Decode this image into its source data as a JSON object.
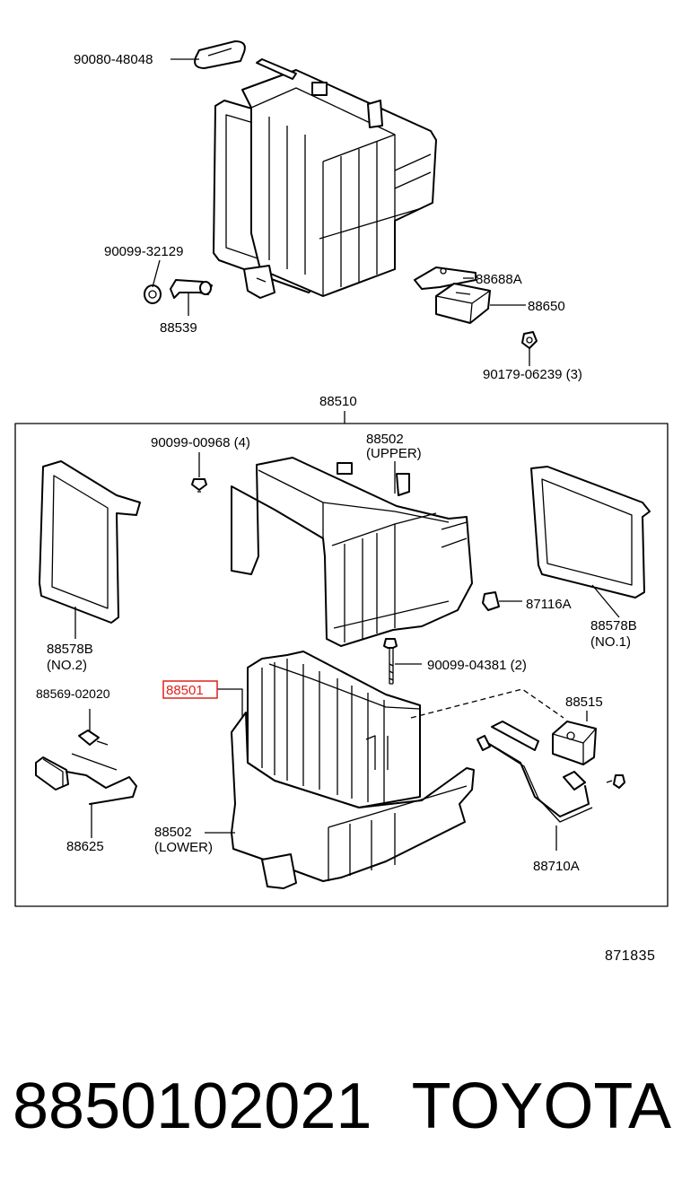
{
  "diagram": {
    "ref_number": "871835",
    "highlight_color": "#e0201a",
    "labels": {
      "l90080": "90080-48048",
      "l90099_32129": "90099-32129",
      "l88539": "88539",
      "l88688a": "88688A",
      "l88650": "88650",
      "l90179": "90179-06239 (3)",
      "l88510": "88510",
      "l90099_00968": "90099-00968 (4)",
      "l88502u": "88502",
      "l88502u_sub": "(UPPER)",
      "l87116a": "87116A",
      "l88578b_r": "88578B",
      "l88578b_r_sub": "(NO.1)",
      "l88578b_l": "88578B",
      "l88578b_l_sub": "(NO.2)",
      "l90099_04381": "90099-04381 (2)",
      "l88569": "88569-02020",
      "l88501": "88501",
      "l88515": "88515",
      "l88625": "88625",
      "l88502l": "88502",
      "l88502l_sub": "(LOWER)",
      "l88710a": "88710A"
    }
  },
  "footer": {
    "part_number": "8850102021",
    "brand": "TOYOTA"
  }
}
